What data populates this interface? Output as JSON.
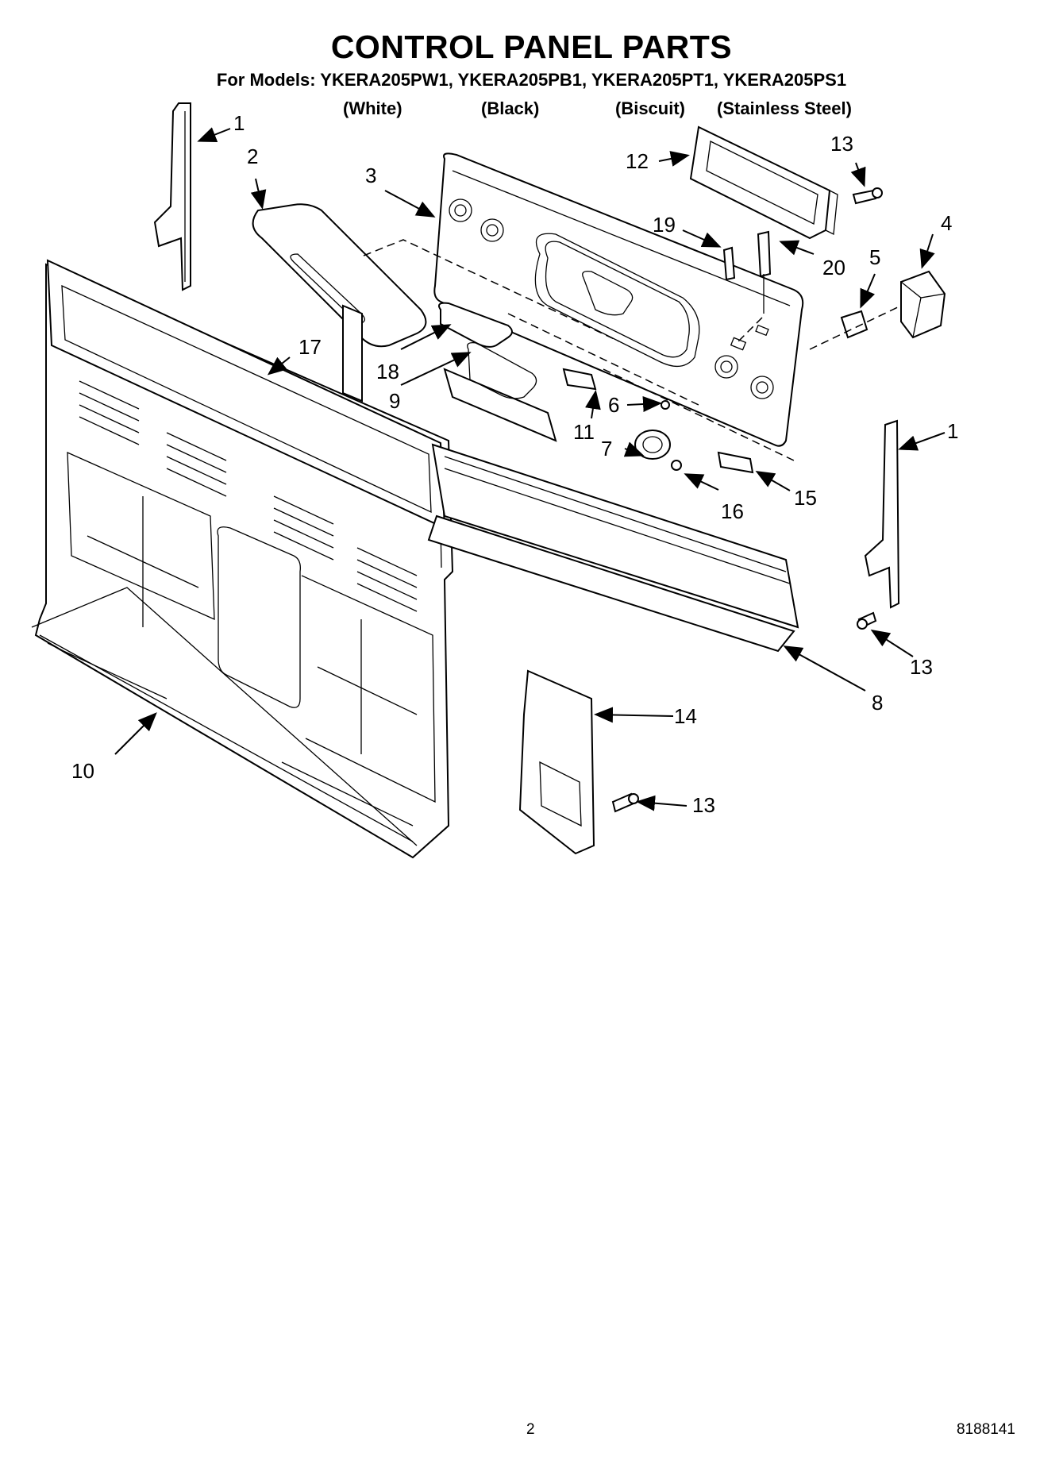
{
  "header": {
    "title": "CONTROL PANEL PARTS",
    "models_line": "For Models: YKERA205PW1, YKERA205PB1, YKERA205PT1, YKERA205PS1",
    "variants": [
      "(White)",
      "(Black)",
      "(Biscuit)",
      "(Stainless Steel)"
    ]
  },
  "callouts": {
    "c1a": "1",
    "c2": "2",
    "c3": "3",
    "c12": "12",
    "c13a": "13",
    "c19": "19",
    "c20": "20",
    "c4": "4",
    "c5": "5",
    "c17": "17",
    "c18": "18",
    "c9": "9",
    "c6": "6",
    "c11": "11",
    "c7": "7",
    "c1b": "1",
    "c15": "15",
    "c16": "16",
    "c13b": "13",
    "c8": "8",
    "c14": "14",
    "c10": "10",
    "c13c": "13"
  },
  "footer": {
    "page_number": "2",
    "doc_number": "8188141"
  }
}
